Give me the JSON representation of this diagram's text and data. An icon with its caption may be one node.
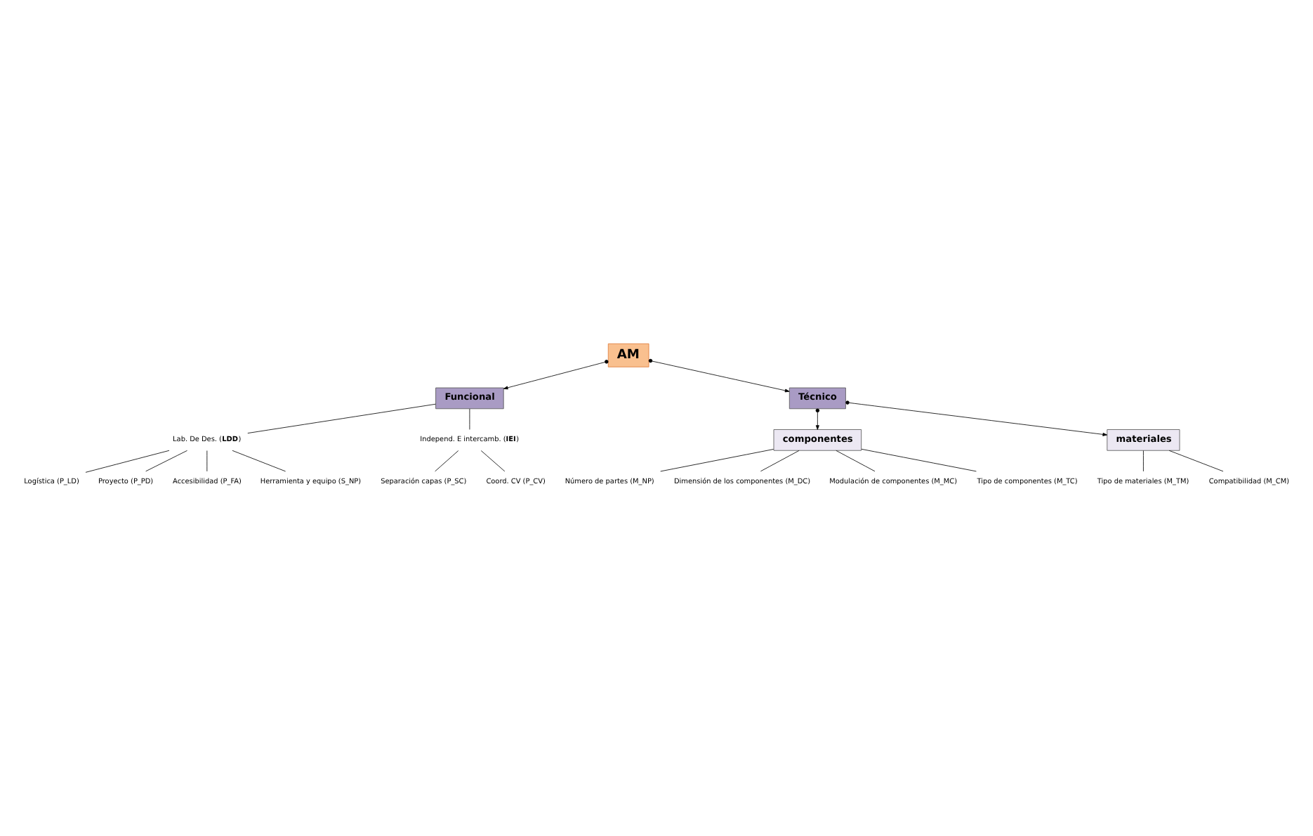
{
  "diagram": {
    "nodes": [
      {
        "text": [
          "AM"
        ]
      },
      {
        "text": [
          "Funcional"
        ]
      },
      {
        "text": [
          "Técnico"
        ]
      },
      {
        "text": [
          "componentes"
        ]
      },
      {
        "text": [
          "materiales"
        ]
      },
      {
        "text": [
          "Lab. De Des. (**LDD**)"
        ]
      },
      {
        "text": [
          "Independ. E intercamb. (**IEI**)"
        ]
      },
      {
        "text": [
          "Logística (P_LD)"
        ]
      },
      {
        "text": [
          "Proyecto (P_PD)"
        ]
      },
      {
        "text": [
          "Accesibilidad (P_FA)"
        ]
      },
      {
        "text": [
          "Herramienta y equipo (S_NP)"
        ]
      },
      {
        "text": [
          "Separación capas (P_SC)"
        ]
      },
      {
        "text": [
          "Coord. CV (P_CV)"
        ]
      },
      {
        "text": [
          "Número de partes (M_NP)"
        ]
      },
      {
        "text": [
          "Dimensión de los componentes (M_DC)"
        ]
      },
      {
        "text": [
          "Modulación de componentes (M_MC)"
        ]
      },
      {
        "text": [
          "Tipo de componentes (M_TC)"
        ]
      },
      {
        "text": [
          "Tipo de materiales (M_TM)"
        ]
      },
      {
        "text": [
          "Compatibilidad (M_CM)"
        ]
      }
    ],
    "edges": [
      {
        "from": 0,
        "to": 1,
        "arrow": "to"
      },
      {
        "from": 0,
        "to": 2,
        "arrow": "to"
      },
      {
        "from": 2,
        "to": 3,
        "arrow": "to"
      },
      {
        "from": 2,
        "to": 4,
        "arrow": "to"
      },
      {
        "from": 1,
        "to": 5,
        "arrow": "none"
      },
      {
        "from": 1,
        "to": 6,
        "arrow": "none"
      },
      {
        "from": 5,
        "to": 7,
        "arrow": "none"
      },
      {
        "from": 5,
        "to": 8,
        "arrow": "none"
      },
      {
        "from": 5,
        "to": 9,
        "arrow": "none"
      },
      {
        "from": 5,
        "to": 10,
        "arrow": "none"
      },
      {
        "from": 6,
        "to": 11,
        "arrow": "none"
      },
      {
        "from": 6,
        "to": 12,
        "arrow": "none"
      },
      {
        "from": 3,
        "to": 13,
        "arrow": "none"
      },
      {
        "from": 3,
        "to": 14,
        "arrow": "none"
      },
      {
        "from": 3,
        "to": 15,
        "arrow": "none"
      },
      {
        "from": 3,
        "to": 16,
        "arrow": "none"
      },
      {
        "from": 4,
        "to": 17,
        "arrow": "none"
      },
      {
        "from": 4,
        "to": 18,
        "arrow": "none"
      }
    ]
  }
}
